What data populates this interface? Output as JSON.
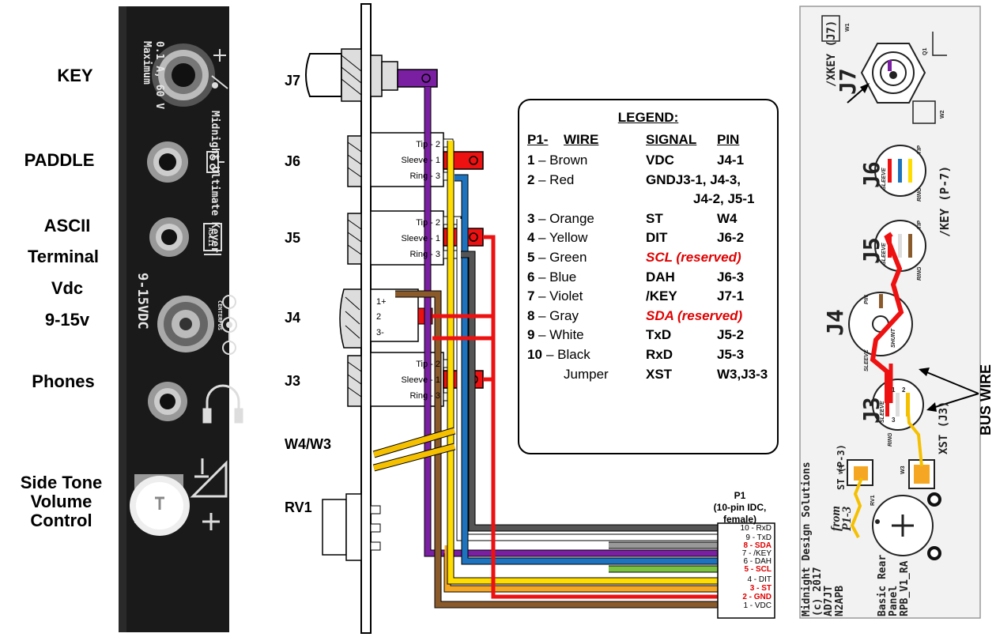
{
  "front_labels": {
    "key": "KEY",
    "paddle": "PADDLE",
    "ascii_line1": "ASCII",
    "ascii_line2": "Terminal",
    "vdc_line1": "Vdc",
    "vdc_line2": "9-15v",
    "phones": "Phones",
    "sidetone_line1": "Side Tone",
    "sidetone_line2": "Volume",
    "sidetone_line3": "Control"
  },
  "panel_print": {
    "title": "Midnight Ultimate Keyer",
    "rating_line1": "0.1 A, 60 V",
    "rating_line2": "Maximum",
    "voltage": "9-15VDC",
    "ascii_icon": "ASCII",
    "polarity": "CENTERPOS"
  },
  "jack_labels": {
    "j7": "J7",
    "j6": "J6",
    "j5": "J5",
    "j4": "J4",
    "j3": "J3",
    "w4w3": "W4/W3",
    "rv1": "RV1"
  },
  "jack_pins": {
    "tip": "Tip - 2",
    "sleeve": "Sleeve - 1",
    "ring": "Ring - 3",
    "j4_1": "1+",
    "j4_2": "2",
    "j4_3": "3-"
  },
  "legend": {
    "title": "LEGEND:",
    "headers": {
      "p1": "P1-",
      "wire": "WIRE",
      "signal": "SIGNAL",
      "pin": "PIN"
    },
    "rows": [
      {
        "num": "1",
        "wire": "– Brown",
        "signal": "VDC",
        "pin": "J4-1"
      },
      {
        "num": "2",
        "wire": "– Red",
        "signal": "GNDJ3-1, J4-3,",
        "pin": ""
      },
      {
        "num": "",
        "wire": "",
        "signal": "",
        "pin": "J4-2, J5-1"
      },
      {
        "num": "3",
        "wire": "– Orange",
        "signal": "ST",
        "pin": "W4"
      },
      {
        "num": "4",
        "wire": "– Yellow",
        "signal": "DIT",
        "pin": "J6-2"
      },
      {
        "num": "5",
        "wire": "– Green",
        "signal": "SCL  (reserved)",
        "pin": ""
      },
      {
        "num": "6",
        "wire": "– Blue",
        "signal": "DAH",
        "pin": "J6-3"
      },
      {
        "num": "7",
        "wire": "– Violet",
        "signal": "/KEY",
        "pin": "J7-1"
      },
      {
        "num": "8",
        "wire": "– Gray",
        "signal": "SDA (reserved)",
        "pin": ""
      },
      {
        "num": "9",
        "wire": "– White",
        "signal": "TxD",
        "pin": "J5-2"
      },
      {
        "num": "10",
        "wire": "– Black",
        "signal": "RxD",
        "pin": "J5-3"
      },
      {
        "num": "",
        "wire": "Jumper",
        "signal": "XST",
        "pin": "W3,J3-3"
      }
    ]
  },
  "p1": {
    "label_line1": "P1",
    "label_line2": "(10-pin IDC,",
    "label_line3": "female)",
    "pins": [
      "10 - RxD",
      "9 - TxD",
      "8 - SDA",
      "7 - /KEY",
      "6 - DAH",
      "5 - SCL",
      "4 - DIT",
      "3 - ST",
      "2 - GND",
      "1 - VDC"
    ]
  },
  "pcb": {
    "xkey_j7": "/XKEY (J7)",
    "j7": "J7",
    "j6": "J6",
    "j5": "J5",
    "j4": "J4",
    "j3": "J3",
    "key_p7": "/KEY (P-7)",
    "xst_j3": "XST (J3)",
    "st_p3": "ST (P-3)",
    "from": "from",
    "p13": "P1-3",
    "company": "Midnight Design Solutions",
    "copyright": "(c) 2017",
    "call1": "AD7JT",
    "call2": "N2APB",
    "board1": "Basic Rear",
    "board2": "Panel",
    "board3": "RPB_V1_RA",
    "tip": "TIP",
    "ring": "RING",
    "sleeve": "SLEEVE",
    "pin": "PIN",
    "shunt": "SHUNT",
    "w1": "W1",
    "w2": "W2",
    "q1": "Q1",
    "w3": "W3",
    "w4": "W4",
    "rv1": "RV1",
    "n1": "1",
    "n2": "2",
    "n3": "3"
  },
  "bus_wire": "BUS WIRE",
  "wire_colors": {
    "brown": "#8b5a2b",
    "red": "#ee1111",
    "orange": "#f5a623",
    "yellow": "#ffdd00",
    "green": "#7cc242",
    "blue": "#1e73be",
    "violet": "#7a1fa2",
    "gray": "#999999",
    "white": "#ffffff",
    "black": "#555555"
  }
}
